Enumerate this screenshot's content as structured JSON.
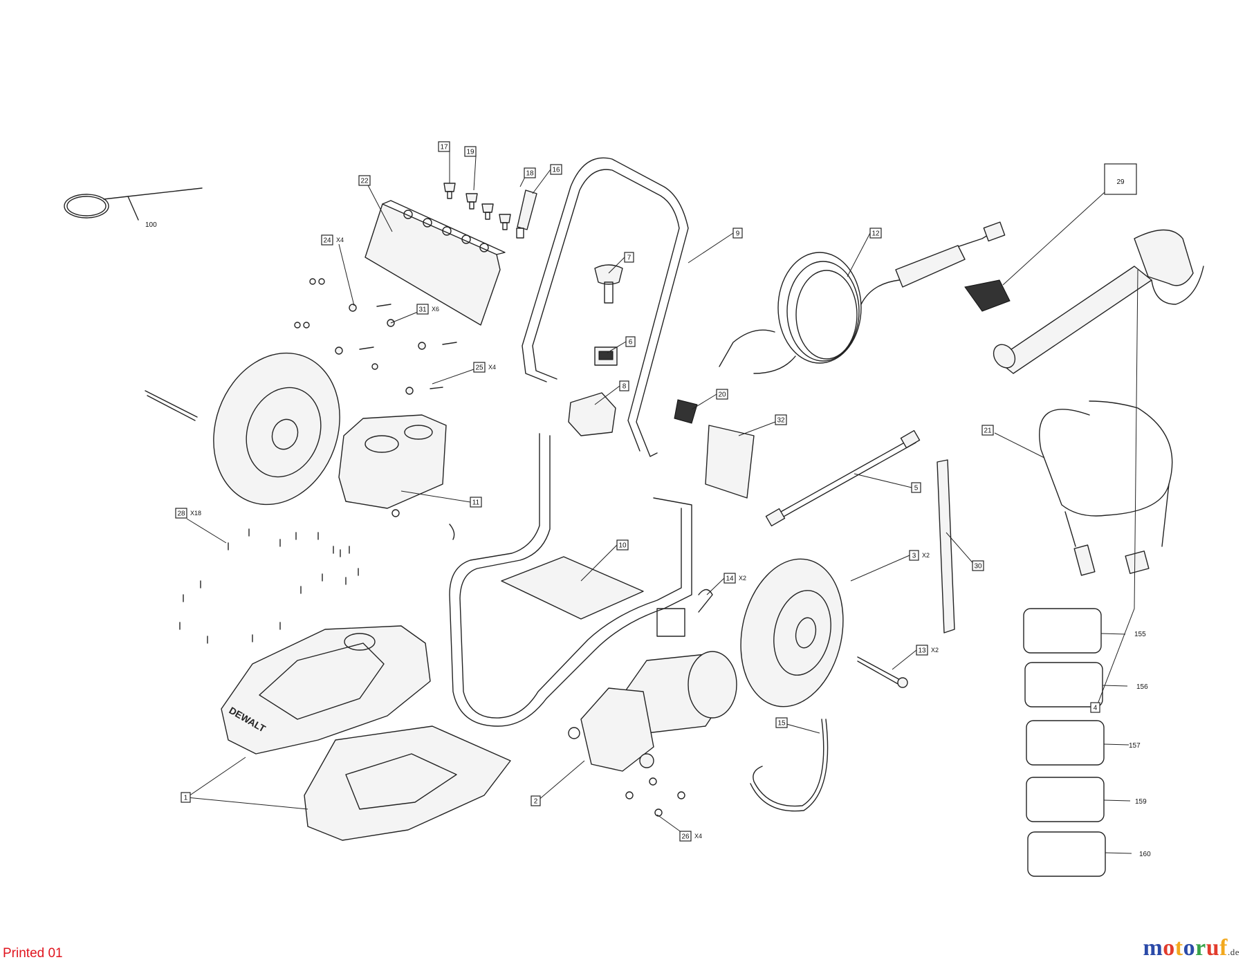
{
  "footer": {
    "printed": "Printed 01",
    "brand_letters": [
      "m",
      "o",
      "t",
      "o",
      "r",
      "u",
      "f"
    ],
    "brand_colors": [
      "#2b4aa8",
      "#e23b2c",
      "#f2a81d",
      "#2b4aa8",
      "#38a24a",
      "#e23b2c",
      "#f2a81d"
    ],
    "brand_suffix": ".de"
  },
  "product_text": "DEWALT",
  "callouts": [
    {
      "id": "c1",
      "label": "1",
      "qty": ""
    },
    {
      "id": "c2",
      "label": "2",
      "qty": ""
    },
    {
      "id": "c3",
      "label": "3",
      "qty": "X2"
    },
    {
      "id": "c4",
      "label": "4",
      "qty": ""
    },
    {
      "id": "c5",
      "label": "5",
      "qty": ""
    },
    {
      "id": "c6",
      "label": "6",
      "qty": ""
    },
    {
      "id": "c7",
      "label": "7",
      "qty": ""
    },
    {
      "id": "c8",
      "label": "8",
      "qty": ""
    },
    {
      "id": "c9",
      "label": "9",
      "qty": ""
    },
    {
      "id": "c10",
      "label": "10",
      "qty": ""
    },
    {
      "id": "c11",
      "label": "11",
      "qty": ""
    },
    {
      "id": "c12",
      "label": "12",
      "qty": ""
    },
    {
      "id": "c13",
      "label": "13",
      "qty": "X2"
    },
    {
      "id": "c14",
      "label": "14",
      "qty": "X2"
    },
    {
      "id": "c15",
      "label": "15",
      "qty": ""
    },
    {
      "id": "c16",
      "label": "16",
      "qty": ""
    },
    {
      "id": "c17",
      "label": "17",
      "qty": ""
    },
    {
      "id": "c18",
      "label": "18",
      "qty": ""
    },
    {
      "id": "c19",
      "label": "19",
      "qty": ""
    },
    {
      "id": "c20",
      "label": "20",
      "qty": ""
    },
    {
      "id": "c21",
      "label": "21",
      "qty": ""
    },
    {
      "id": "c22",
      "label": "22",
      "qty": ""
    },
    {
      "id": "c24",
      "label": "24",
      "qty": "X4"
    },
    {
      "id": "c25",
      "label": "25",
      "qty": "X4"
    },
    {
      "id": "c26",
      "label": "26",
      "qty": "X4"
    },
    {
      "id": "c28",
      "label": "28",
      "qty": "X18"
    },
    {
      "id": "c29",
      "label": "29",
      "qty": ""
    },
    {
      "id": "c30",
      "label": "30",
      "qty": ""
    },
    {
      "id": "c31",
      "label": "31",
      "qty": "X6"
    },
    {
      "id": "c32",
      "label": "32",
      "qty": ""
    }
  ],
  "plain_labels": [
    {
      "id": "p100",
      "label": "100"
    },
    {
      "id": "p155",
      "label": "155"
    },
    {
      "id": "p156",
      "label": "156"
    },
    {
      "id": "p157",
      "label": "157"
    },
    {
      "id": "p159",
      "label": "159"
    },
    {
      "id": "p160",
      "label": "160"
    }
  ]
}
